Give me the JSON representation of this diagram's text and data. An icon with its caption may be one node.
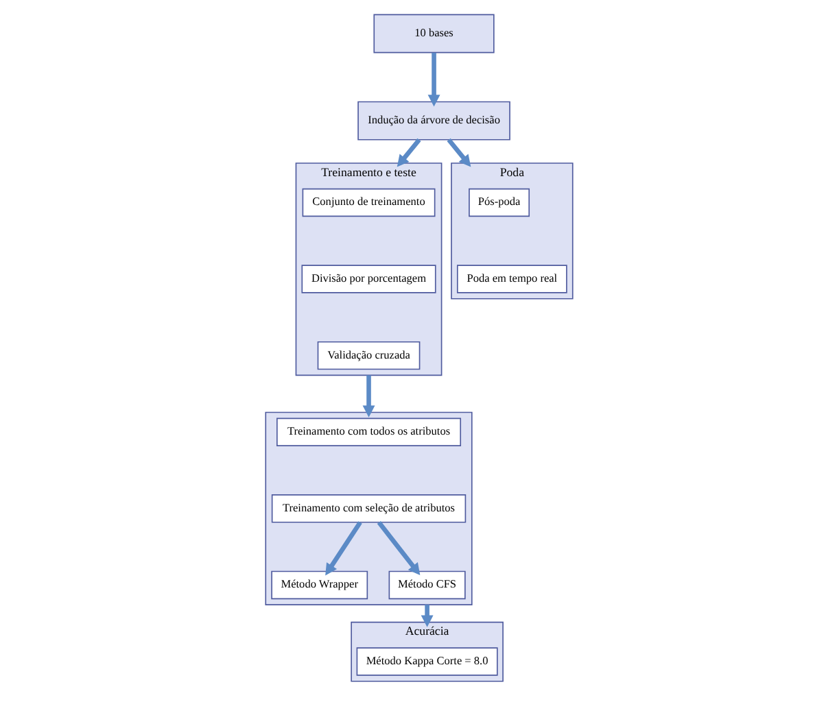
{
  "diagram": {
    "nodes": [
      {
        "text": [
          "10 bases"
        ]
      },
      {
        "text": [
          "Indução da árvore de decisão"
        ]
      },
      {
        "text": [
          "Treinamento e teste"
        ]
      },
      {
        "text": [
          "Conjunto de treinamento"
        ],
        "in": 2
      },
      {
        "text": [
          "Divisão por porcentagem"
        ],
        "in": 2
      },
      {
        "text": [
          "Validação cruzada"
        ],
        "in": 2
      },
      {
        "text": [
          "Poda"
        ]
      },
      {
        "text": [
          "Pós-poda"
        ],
        "in": 6
      },
      {
        "text": [
          "Poda em tempo real"
        ],
        "in": 6
      },
      {
        "text": [],
        "shape": "box"
      },
      {
        "text": [
          "Treinamento com todos os atributos"
        ],
        "in": 9
      },
      {
        "text": [
          "Treinamento com seleção de atributos"
        ],
        "in": 9
      },
      {
        "text": [
          "Método Wrapper"
        ],
        "in": 9
      },
      {
        "text": [
          "Método CFS"
        ],
        "in": 9
      },
      {
        "text": [
          "Acurácia"
        ]
      },
      {
        "text": [
          "Método Kappa Corte = 8.0"
        ],
        "in": 14
      }
    ],
    "edges": [
      {
        "from": 0,
        "to": 1,
        "arrow": "to"
      },
      {
        "from": 1,
        "to": 2,
        "arrow": "to"
      },
      {
        "from": 1,
        "to": 6,
        "arrow": "to"
      },
      {
        "from": 2,
        "to": 9,
        "arrow": "to"
      },
      {
        "from": 11,
        "to": 12,
        "arrow": "to"
      },
      {
        "from": 11,
        "to": 13,
        "arrow": "to"
      },
      {
        "from": 9,
        "to": 14,
        "arrow": "to"
      }
    ]
  }
}
